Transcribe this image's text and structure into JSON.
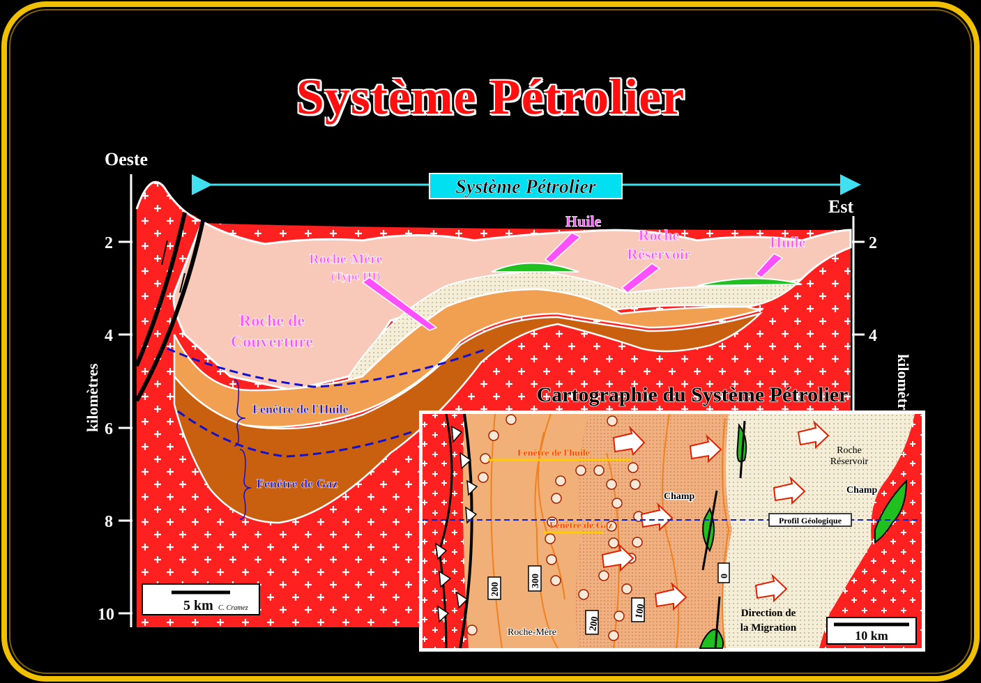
{
  "title": "Système Pétrolier",
  "banner": "Système Pétrolier",
  "compass": {
    "west": "Oeste",
    "east": "Est"
  },
  "axis": {
    "label_left": "kilomètres",
    "label_right": "kilomètres",
    "ticks": [
      "2",
      "4",
      "6",
      "8",
      "10"
    ],
    "ticks_right": [
      "2",
      "4"
    ]
  },
  "cross_section": {
    "huile_1": "Huile",
    "huile_2": "Huile",
    "roche_reservoir_1": "Roche",
    "roche_reservoir_2": "Réservoir",
    "roche_mere_1": "Roche-Mère",
    "roche_mere_2": "(Type III)",
    "couverture_1": "Roche de",
    "couverture_2": "Couverture",
    "fenetre_huile": "Fenêtre de l'Huile",
    "fenetre_gaz": "Fenêtre de Gaz"
  },
  "scale_bar": {
    "label": "5 km",
    "credit": "C. Cramez"
  },
  "inset": {
    "title": "Cartographie du Système Pétrolier",
    "fenetre_huile": "Fenêtre de l'huile",
    "fenetre_gaz": "Fenêtre de Gaz",
    "champ_1": "Champ",
    "champ_2": "Champ",
    "roche_reservoir_1": "Roche",
    "roche_reservoir_2": "Réservoir",
    "profil": "Profil Géologique",
    "roche_mere": "Roche-Mère",
    "direction_1": "Direction de",
    "direction_2": "la Migration",
    "contours": [
      "200",
      "300",
      "200",
      "100",
      "0"
    ],
    "scale": "10 km"
  },
  "colors": {
    "frame": "#f0c000",
    "basement": "#ff2020",
    "cover": "#f8c8b8",
    "reservoir": "#f0ead0",
    "source": "#f09040",
    "deep": "#c05800",
    "oil": "#20c020",
    "banner": "#00e0f0",
    "label": "#ff40ff",
    "window": "#1010d0"
  }
}
